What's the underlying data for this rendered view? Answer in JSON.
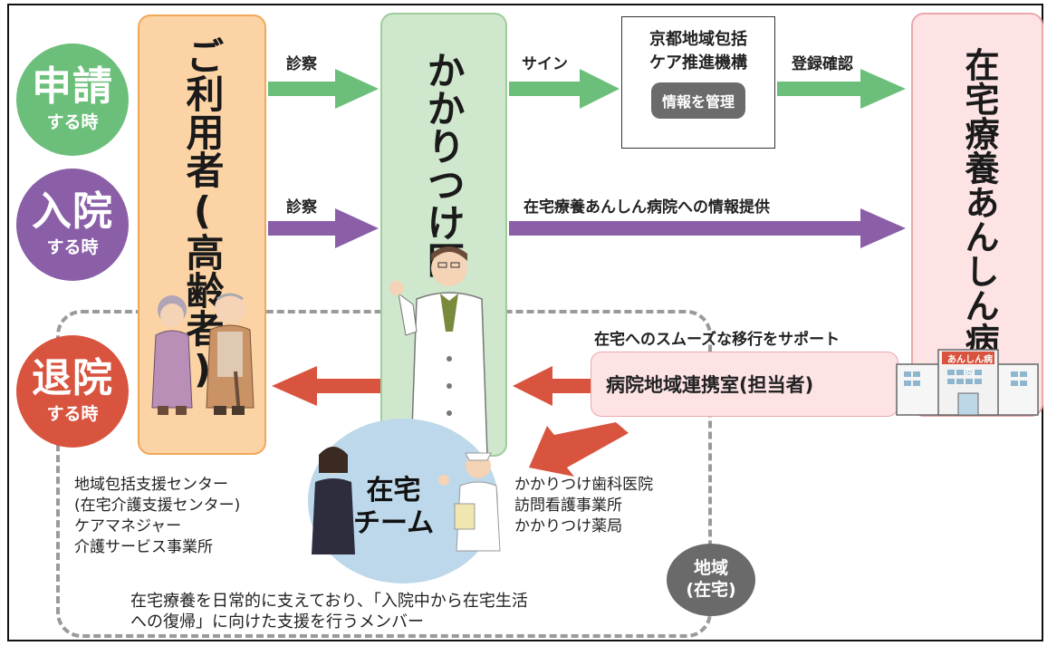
{
  "stages": {
    "apply": {
      "main": "申請",
      "sub": "する時"
    },
    "admit": {
      "main": "入院",
      "sub": "する時"
    },
    "discharge": {
      "main": "退院",
      "sub": "する時"
    }
  },
  "columns": {
    "user": "ご利用者(高齢者)",
    "doctor": "かかりつけ医",
    "hospital": "在宅療養あんしん病院"
  },
  "arrows": {
    "exam1": "診察",
    "sign": "サイン",
    "register": "登録確認",
    "exam2": "診察",
    "info": "在宅療養あんしん病院への情報提供",
    "smooth": "在宅へのスムーズな移行をサポート"
  },
  "org": {
    "line1": "京都地域包括",
    "line2": "ケア推進機構",
    "badge": "情報を管理"
  },
  "liaison": "病院地域連携室(担当者)",
  "hospital_sign": "あんしん病院",
  "team": {
    "line1": "在宅",
    "line2": "チーム"
  },
  "left_members": [
    "地域包括支援センター",
    "(在宅介護支援センター)",
    "ケアマネジャー",
    "介護サービス事業所"
  ],
  "right_members": [
    "かかりつけ歯科医院",
    "訪問看護事業所",
    "かかりつけ薬局"
  ],
  "region": {
    "line1": "地域",
    "line2": "(在宅)"
  },
  "footer": {
    "line1": "在宅療養を日常的に支えており、「入院中から在宅生活",
    "line2": "への復帰」に向けた支援を行うメンバー"
  },
  "colors": {
    "green": "#6cbf7a",
    "purple": "#8a5fa8",
    "red": "#d9543f",
    "orange_col": "#fcd3a4",
    "green_col": "#cfe8cd",
    "pink_col": "#fde3e4"
  }
}
